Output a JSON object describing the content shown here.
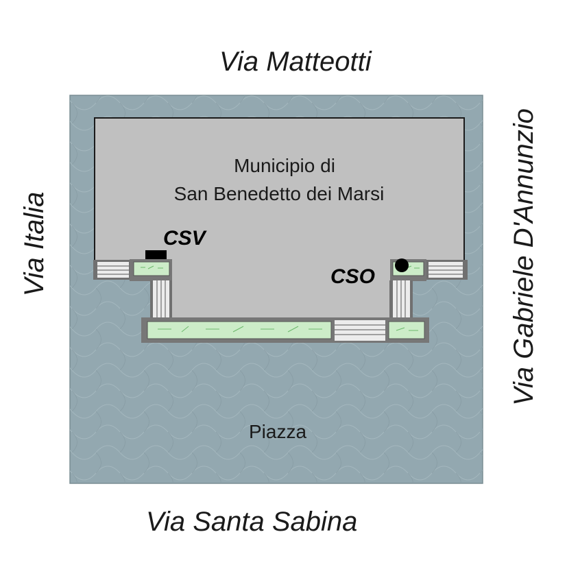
{
  "streets": {
    "north": "Via Matteotti",
    "south": "Via Santa Sabina",
    "west": "Via Italia",
    "east": "Via Gabriele D'Annunzio"
  },
  "building": {
    "line1": "Municipio di",
    "line2": "San Benedetto dei Marsi"
  },
  "square_label": "Piazza",
  "markers": {
    "csv": "CSV",
    "cso": "CSO"
  },
  "colors": {
    "square": "#93a8b0",
    "building": "#c0c0c0",
    "planter": "#ccecc8",
    "planter_border": "#777777",
    "steps": "#e8e8e8"
  }
}
